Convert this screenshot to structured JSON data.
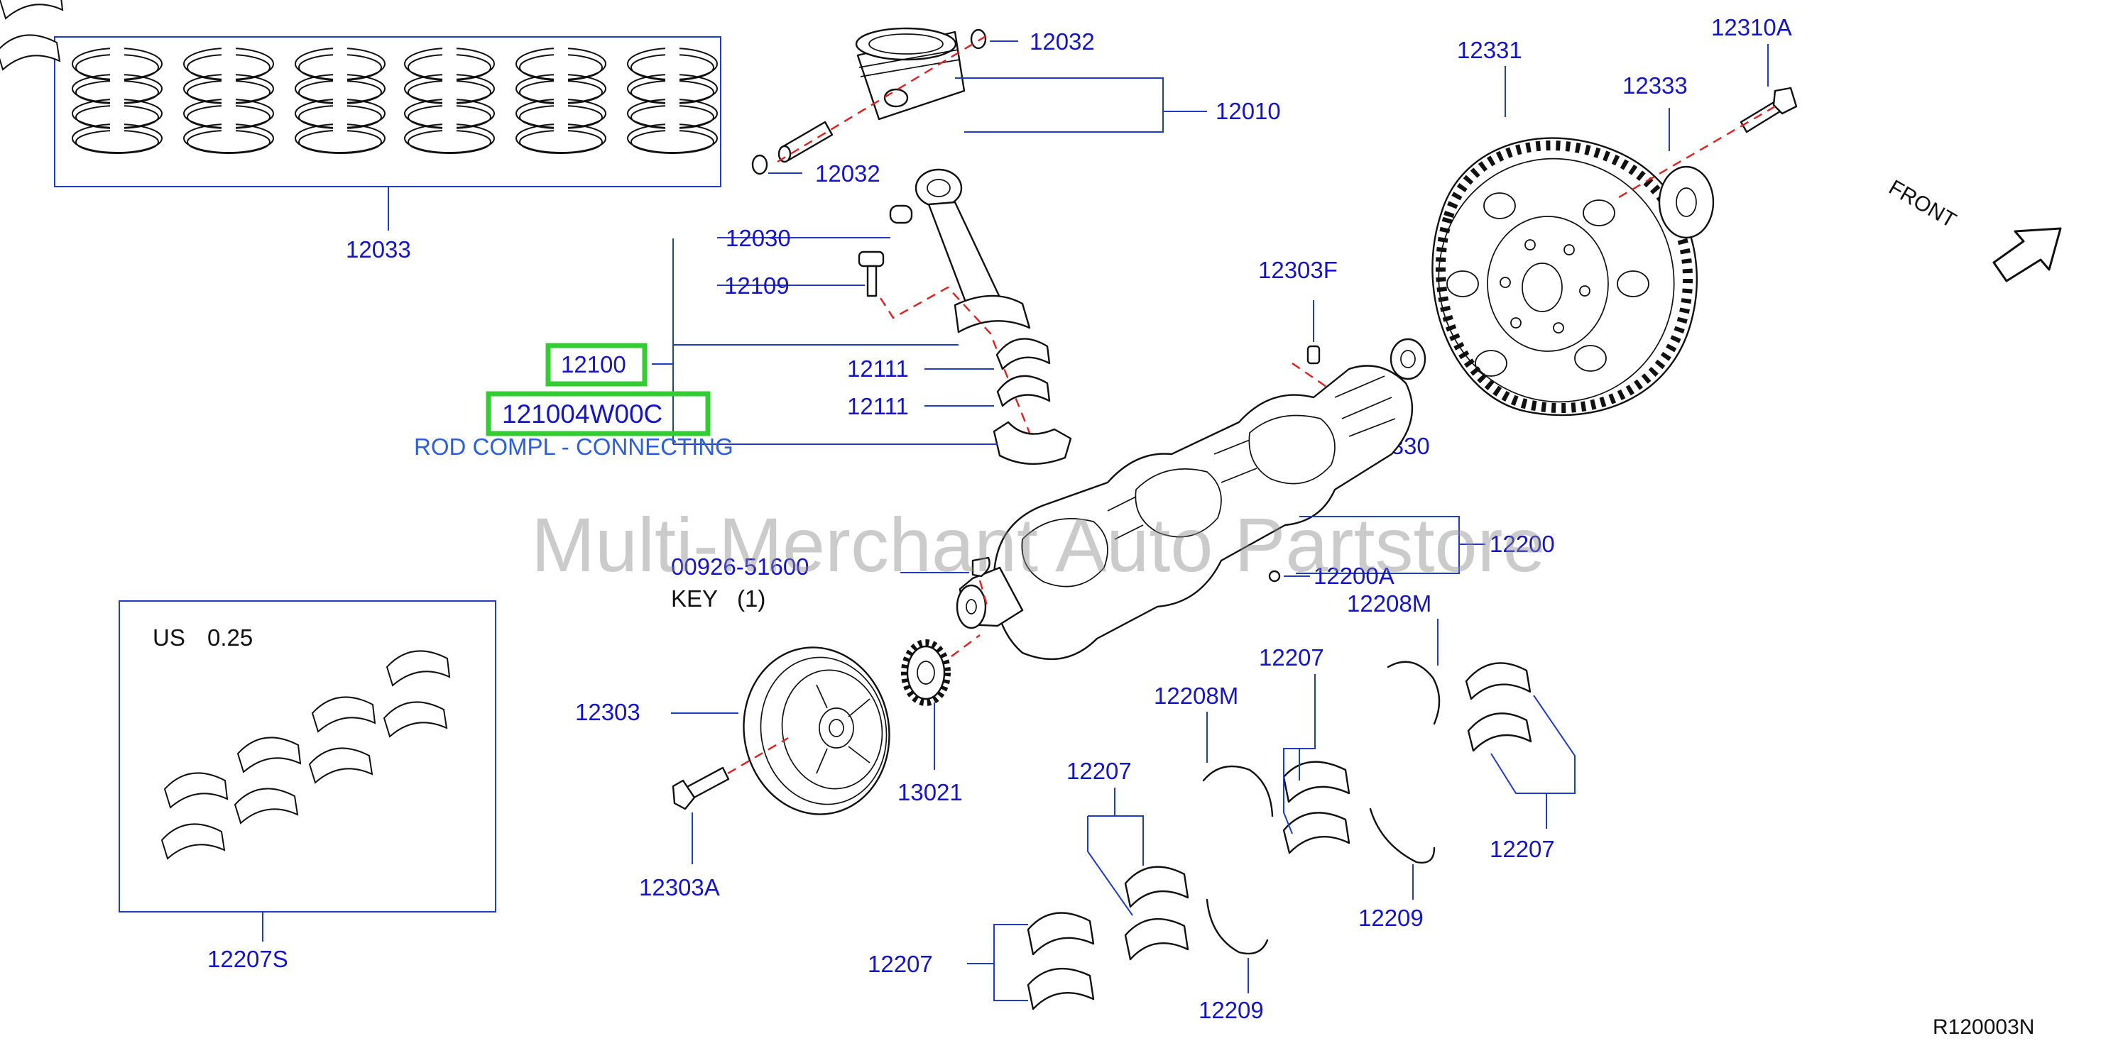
{
  "labels": {
    "p12032a": "12032",
    "p12010": "12010",
    "p12032b": "12032",
    "p12033": "12033",
    "p12030": "12030",
    "p12109": "12109",
    "p12100": "12100",
    "p121004W00C": "121004W00C",
    "rod_desc": "ROD COMPL - CONNECTING",
    "p12111a": "12111",
    "p12111b": "12111",
    "p12331": "12331",
    "p12310A": "12310A",
    "p12333": "12333",
    "p12303F": "12303F",
    "p12330": "12330",
    "p12200": "12200",
    "p12200A": "12200A",
    "p00926": "00926-51600",
    "key": "KEY",
    "key_qty": "(1)",
    "us_size": "US",
    "us_value": "0.25",
    "p12207S": "12207S",
    "p12303": "12303",
    "p13021": "13021",
    "p12303A": "12303A",
    "p12208M_a": "12208M",
    "p12208M_b": "12208M",
    "p12207_a": "12207",
    "p12207_b": "12207",
    "p12207_c": "12207",
    "p12207_d": "12207",
    "p12209_a": "12209",
    "p12209_b": "12209",
    "front": "FRONT",
    "ref_code": "R120003N"
  },
  "watermark": "Multi-Merchant Auto Partstore",
  "highlight_color": "#33cc33",
  "label_color": "#1414c8"
}
